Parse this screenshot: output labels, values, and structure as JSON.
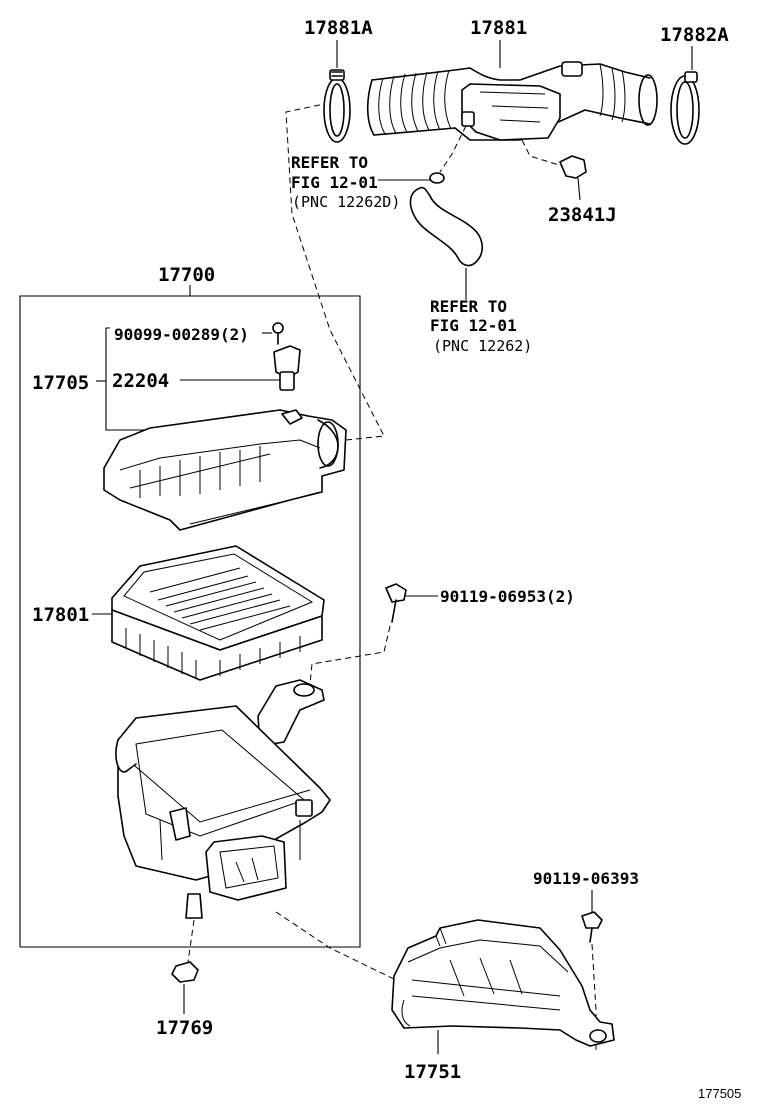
{
  "labels": {
    "p17881a": "17881A",
    "p17881": "17881",
    "p17882a": "17882A",
    "refer1_line1": "REFER TO",
    "refer1_line2": "FIG 12-01",
    "refer1_line3": "(PNC 12262D)",
    "p23841j": "23841J",
    "p17700": "17700",
    "refer2_line1": "REFER TO",
    "refer2_line2": "FIG 12-01",
    "refer2_line3": "(PNC 12262)",
    "p90099": "90099-00289(2)",
    "p17705": "17705",
    "p22204": "22204",
    "p90119_06953": "90119-06953(2)",
    "p17801": "17801",
    "p90119_06393": "90119-06393",
    "p17769": "17769",
    "p17751": "17751",
    "figure_id": "177505"
  }
}
